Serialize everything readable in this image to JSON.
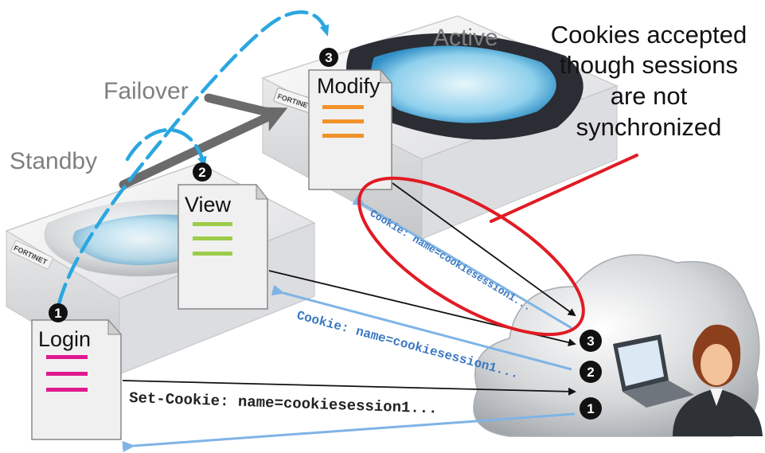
{
  "labels": {
    "active": "Active",
    "standby": "Standby",
    "failover": "Failover"
  },
  "annotation": {
    "line1": "Cookies accepted",
    "line2": "though sessions",
    "line3": "are not",
    "line4": "synchronized"
  },
  "documents": {
    "login": {
      "number": "1",
      "title": "Login",
      "bar_color": "#e0198f"
    },
    "view": {
      "number": "2",
      "title": "View",
      "bar_color": "#9ccc4a"
    },
    "modify": {
      "number": "3",
      "title": "Modify",
      "bar_color": "#f2922a"
    }
  },
  "client_steps": [
    "3",
    "2",
    "1"
  ],
  "messages": {
    "set_cookie": "Set-Cookie: name=cookiesession1...",
    "cookie_view": "Cookie: name=cookiesession1...",
    "cookie_modify": "Cookie: name=cookiesession1..."
  },
  "device_brand": "FORTINET",
  "colors": {
    "dashed_flow": "#2aa7e0",
    "request_arrow": "#111111",
    "response_arrow": "#7fb4e6",
    "highlight": "#e01b24",
    "failover_arrow": "#6b6b6b"
  }
}
